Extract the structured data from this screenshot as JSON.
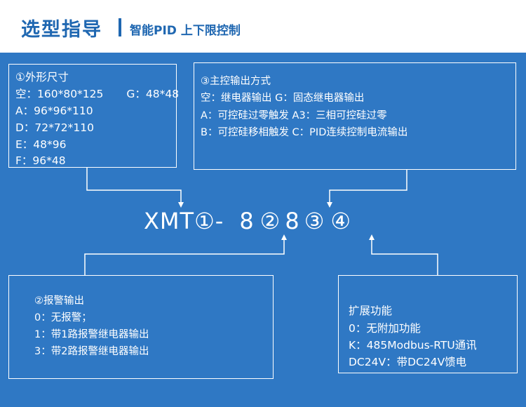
{
  "header": {
    "title": "选型指导",
    "subtitle": "智能PID 上下限控制"
  },
  "box_size": {
    "title": "①外形尺寸",
    "lines": [
      [
        "空：160*80*125",
        "G：48*48"
      ],
      [
        "A：96*96*110"
      ],
      [
        "D：72*72*110"
      ],
      [
        "E：48*96"
      ],
      [
        "F：96*48"
      ]
    ]
  },
  "box_control": {
    "title": "③主控输出方式",
    "lines": [
      "空：继电器输出   G：固态继电器输出",
      "A：可控硅过零触发   A3：三相可控硅过零",
      "B：可控硅移相触发   C：PID连续控制电流输出"
    ]
  },
  "model": {
    "prefix": "XMT",
    "p1": "①",
    "dash": "-",
    "d1": "8",
    "p2": "②",
    "d2": "8",
    "p3": "③",
    "p4": "④"
  },
  "box_alarm": {
    "title": "②报警输出",
    "lines": [
      "0：无报警；",
      "1：带1路报警继电器输出",
      "3：带2路报警继电器输出"
    ]
  },
  "box_ext": {
    "title": "扩展功能",
    "lines": [
      "0：无附加功能",
      "K：485Modbus-RTU通讯",
      "DC24V：带DC24V馈电"
    ]
  },
  "colors": {
    "background": "#2f78c4",
    "header_bg": "#ffffff",
    "header_text": "#1f67b1",
    "line": "#ffffff"
  }
}
